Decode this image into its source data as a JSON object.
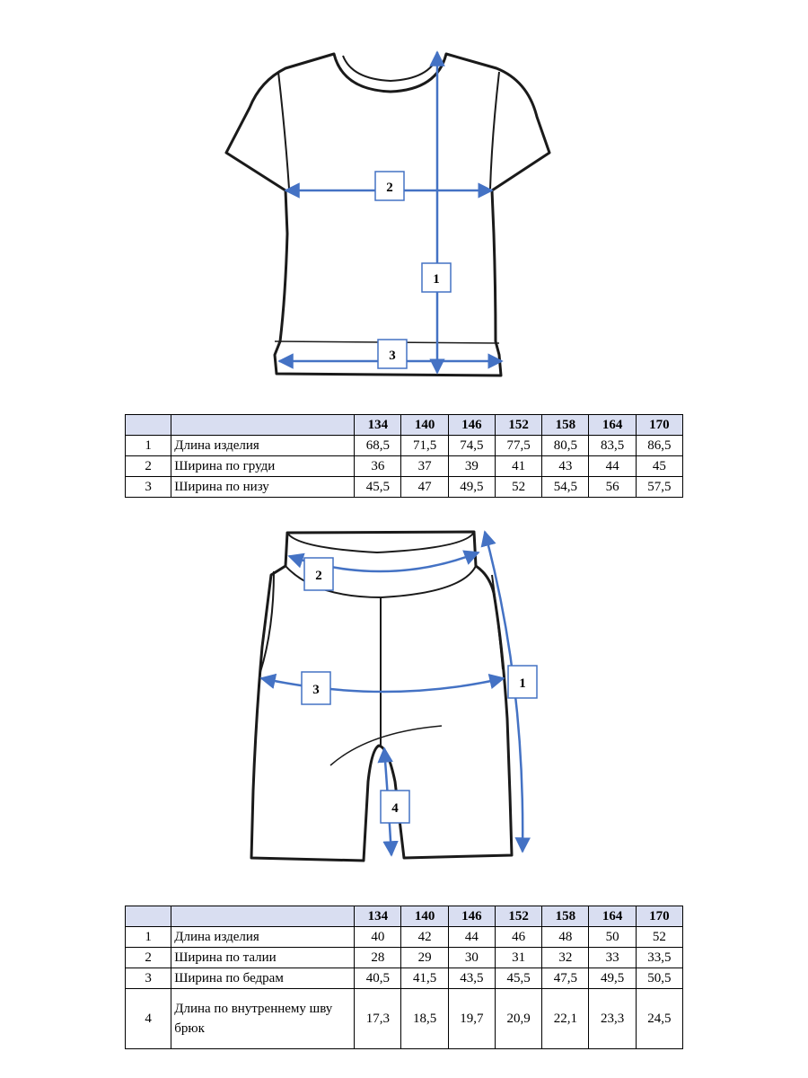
{
  "tshirt": {
    "markers": [
      "1",
      "2",
      "3"
    ],
    "table": {
      "sizes": [
        "134",
        "140",
        "146",
        "152",
        "158",
        "164",
        "170"
      ],
      "rows": [
        {
          "num": "1",
          "name": "Длина изделия",
          "values": [
            "68,5",
            "71,5",
            "74,5",
            "77,5",
            "80,5",
            "83,5",
            "86,5"
          ]
        },
        {
          "num": "2",
          "name": "Ширина по груди",
          "values": [
            "36",
            "37",
            "39",
            "41",
            "43",
            "44",
            "45"
          ]
        },
        {
          "num": "3",
          "name": "Ширина по низу",
          "values": [
            "45,5",
            "47",
            "49,5",
            "52",
            "54,5",
            "56",
            "57,5"
          ]
        }
      ]
    }
  },
  "shorts": {
    "markers": [
      "1",
      "2",
      "3",
      "4"
    ],
    "table": {
      "sizes": [
        "134",
        "140",
        "146",
        "152",
        "158",
        "164",
        "170"
      ],
      "rows": [
        {
          "num": "1",
          "name": "Длина изделия",
          "values": [
            "40",
            "42",
            "44",
            "46",
            "48",
            "50",
            "52"
          ]
        },
        {
          "num": "2",
          "name": "Ширина по талии",
          "values": [
            "28",
            "29",
            "30",
            "31",
            "32",
            "33",
            "33,5"
          ]
        },
        {
          "num": "3",
          "name": "Ширина по бедрам",
          "values": [
            "40,5",
            "41,5",
            "43,5",
            "45,5",
            "47,5",
            "49,5",
            "50,5"
          ]
        },
        {
          "num": "4",
          "name": "Длина по внутреннему шву брюк",
          "values": [
            "17,3",
            "18,5",
            "19,7",
            "20,9",
            "22,1",
            "23,3",
            "24,5"
          ]
        }
      ]
    }
  },
  "colors": {
    "measure": "#4472c4",
    "outline": "#1a1a1a",
    "header_fill": "#d9def1"
  }
}
